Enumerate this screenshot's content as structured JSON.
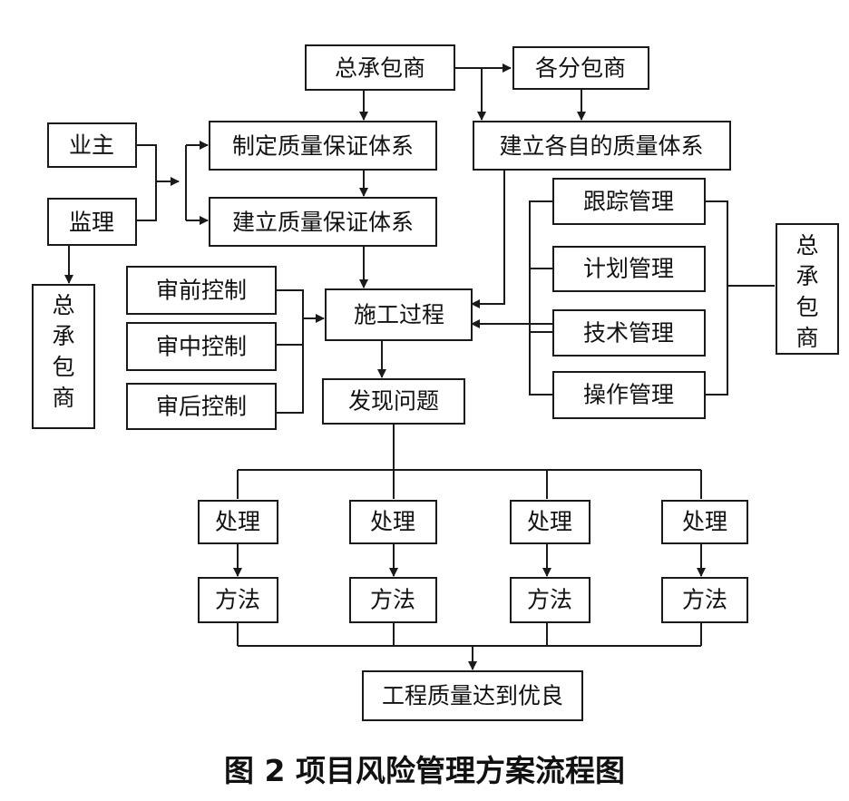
{
  "caption": "图 2  项目风险管理方案流程图",
  "nodes": {
    "general_contractor_top": "总承包商",
    "subcontractors": "各分包商",
    "owner": "业主",
    "supervision": "监理",
    "set_quality_system": "制定质量保证体系",
    "build_quality_system": "建立质量保证体系",
    "sub_quality_systems": "建立各自的质量体系",
    "general_contractor_left": "总承包商",
    "pre_control": "审前控制",
    "mid_control": "审中控制",
    "post_control": "审后控制",
    "construction": "施工过程",
    "tracking_mgmt": "跟踪管理",
    "plan_mgmt": "计划管理",
    "tech_mgmt": "技术管理",
    "operation_mgmt": "操作管理",
    "general_contractor_right": "总承包商",
    "find_problems": "发现问题",
    "handle_1": "处理",
    "handle_2": "处理",
    "handle_3": "处理",
    "handle_4": "处理",
    "method_1": "方法",
    "method_2": "方法",
    "method_3": "方法",
    "method_4": "方法",
    "result": "工程质量达到优良"
  }
}
